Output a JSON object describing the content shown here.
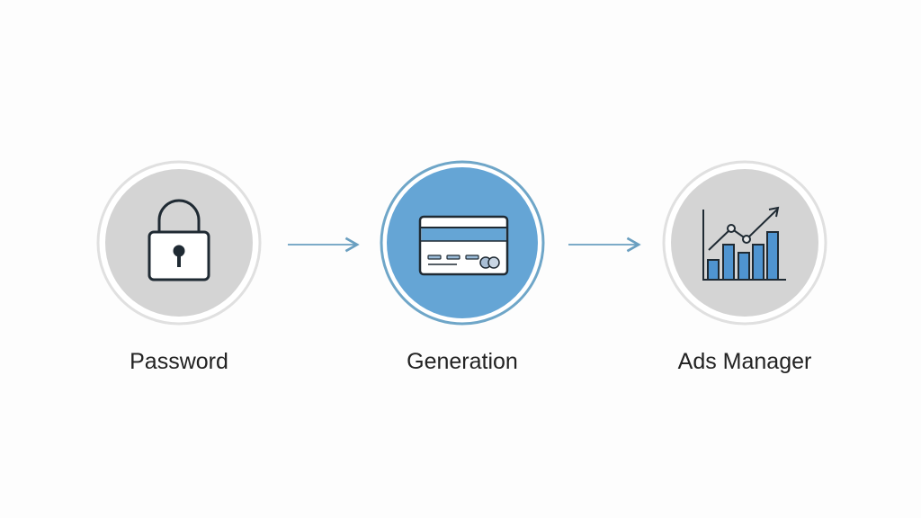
{
  "steps": [
    {
      "label": "Password",
      "icon": "lock-icon"
    },
    {
      "label": "Generation",
      "icon": "credit-card-icon"
    },
    {
      "label": "Ads Manager",
      "icon": "bar-chart-icon"
    }
  ],
  "colors": {
    "accent": "#65a5d5",
    "gray": "#d3d3d3",
    "ring_gray": "#e2e2e2",
    "ring_blue": "#6fa6c8",
    "arrow": "#6a9fc0",
    "stroke": "#1f2a33"
  }
}
